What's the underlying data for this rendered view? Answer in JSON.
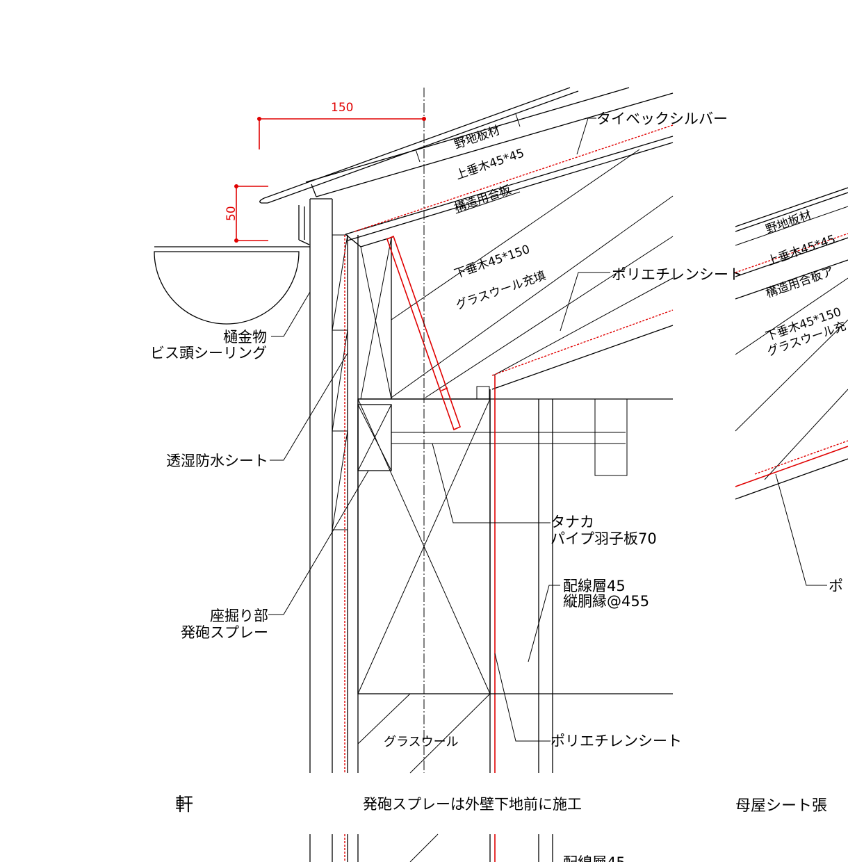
{
  "dimensions": {
    "d150": "150",
    "d50": "50"
  },
  "labels": {
    "noji": "野地板材",
    "uwataruki": "上垂木45*45",
    "kozo": "構造用合板",
    "tyvek": "タイベックシルバー",
    "shitataruki": "下垂木45*150",
    "glasswool_fill": "グラスウール充填",
    "poly_roof": "ポリエチレンシート",
    "gutter_1": "樋金物",
    "gutter_2": "ビス頭シーリング",
    "breather": "透湿防水シート",
    "tanaka_1": "タナカ",
    "tanaka_2": "パイプ羽子板70",
    "wiring_1": "配線層45",
    "wiring_2": "縦胴縁@455",
    "zahori_1": "座掘り部",
    "zahori_2": "発砲スプレー",
    "glasswool_wall": "グラスウール",
    "poly_wall": "ポリエチレンシート"
  },
  "right_detail": {
    "noji": "野地板材",
    "uwataruki": "上垂木45*45",
    "kozo": "構造用合板ア",
    "shitataruki": "下垂木45*150",
    "glasswool": "グラスウール充",
    "poly": "ポ"
  },
  "captions": {
    "left": "軒",
    "center": "発砲スプレーは外壁下地前に施工",
    "right": "母屋シート張"
  },
  "bottom_detail": {
    "wiring": "配線層45"
  },
  "colors": {
    "line": "#000000",
    "accent": "#e00000"
  }
}
